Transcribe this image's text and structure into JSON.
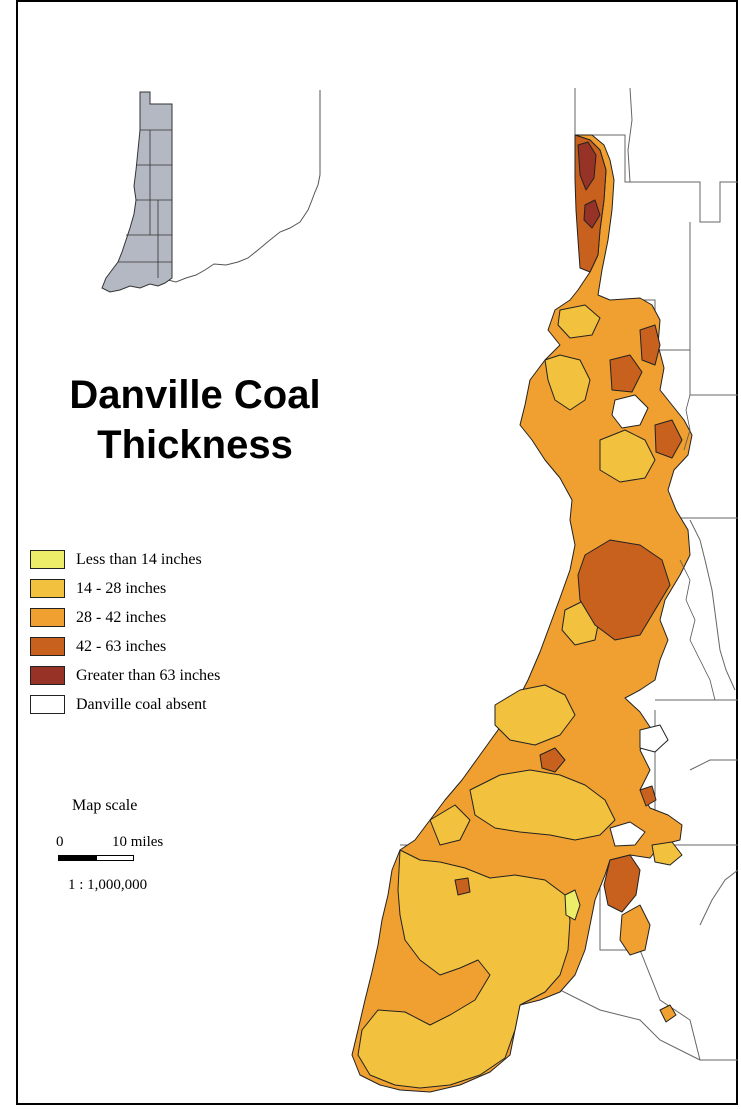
{
  "map": {
    "title": "Danville Coal Thickness",
    "legend": [
      {
        "label": "Less than 14 inches",
        "color": "#eded6a"
      },
      {
        "label": "14 - 28 inches",
        "color": "#f2c23e"
      },
      {
        "label": "28 - 42 inches",
        "color": "#f0a030"
      },
      {
        "label": "42 - 63 inches",
        "color": "#c8601e"
      },
      {
        "label": "Greater than 63 inches",
        "color": "#963226"
      },
      {
        "label": "Danville coal absent",
        "color": "#ffffff"
      }
    ],
    "scale": {
      "title": "Map scale",
      "zero": "0",
      "distance": "10 miles",
      "ratio": "1 : 1,000,000"
    },
    "inset_color": "#b4b8c2"
  }
}
